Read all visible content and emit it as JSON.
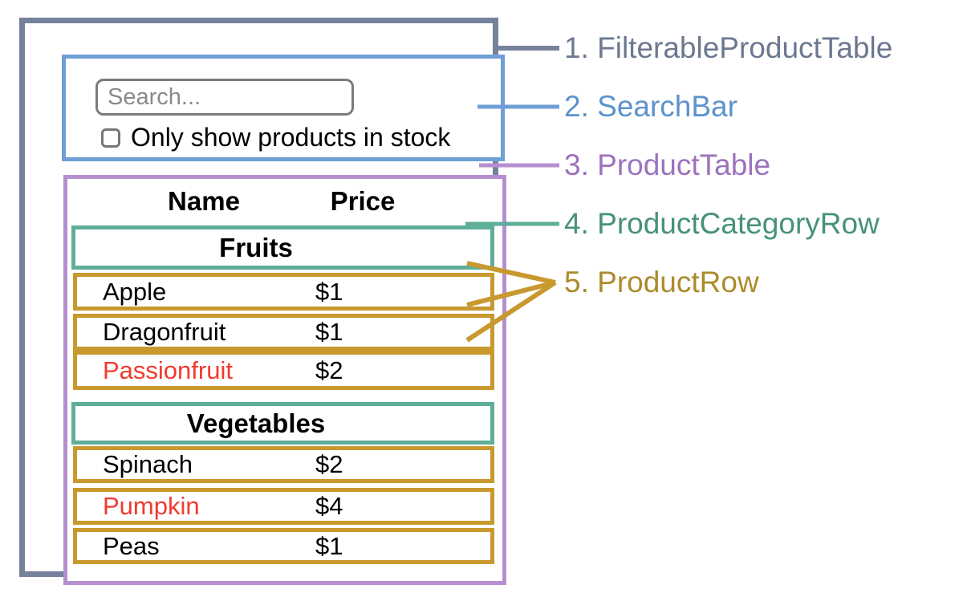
{
  "app": {
    "search_bar": {
      "input_placeholder": "Search...",
      "checkbox_label": "Only show products in stock",
      "checkbox_checked": false
    },
    "product_table": {
      "headers": {
        "name": "Name",
        "price": "Price"
      },
      "categories": [
        {
          "name": "Fruits",
          "products": [
            {
              "name": "Apple",
              "price": "$1",
              "in_stock": true
            },
            {
              "name": "Dragonfruit",
              "price": "$1",
              "in_stock": true
            },
            {
              "name": "Passionfruit",
              "price": "$2",
              "in_stock": false
            }
          ]
        },
        {
          "name": "Vegetables",
          "products": [
            {
              "name": "Spinach",
              "price": "$2",
              "in_stock": true
            },
            {
              "name": "Pumpkin",
              "price": "$4",
              "in_stock": false
            },
            {
              "name": "Peas",
              "price": "$1",
              "in_stock": true
            }
          ]
        }
      ]
    }
  },
  "legend": {
    "items": [
      {
        "label": "1. FilterableProductTable",
        "color": "#6b7890"
      },
      {
        "label": "2. SearchBar",
        "color": "#5c93cd"
      },
      {
        "label": "3. ProductTable",
        "color": "#9c72bd"
      },
      {
        "label": "4. ProductCategoryRow",
        "color": "#46917c"
      },
      {
        "label": "5. ProductRow",
        "color": "#ad8b2b"
      }
    ]
  },
  "colors": {
    "outer_border": "#76829c",
    "searchbar_border": "#6f9fd6",
    "table_border": "#b58fce",
    "category_border": "#5fae9a",
    "product_row_border": "#c8992f",
    "out_of_stock_text": "#f23a2e",
    "background": "#ffffff"
  }
}
